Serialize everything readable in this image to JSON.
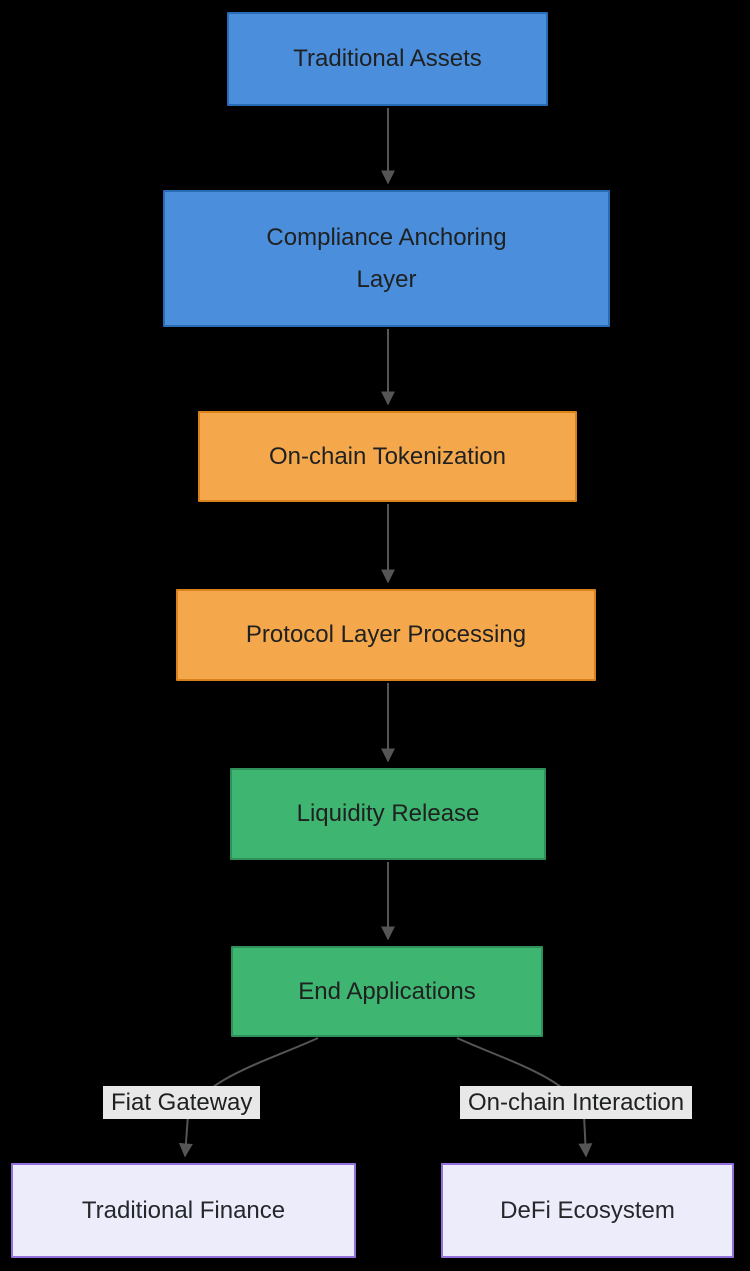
{
  "diagram": {
    "type": "flowchart-top-down",
    "nodes": {
      "traditional_assets": {
        "label": "Traditional Assets"
      },
      "compliance_anchoring": {
        "label": "Compliance Anchoring\nLayer"
      },
      "onchain_tokenization": {
        "label": "On-chain Tokenization"
      },
      "protocol_processing": {
        "label": "Protocol Layer Processing"
      },
      "liquidity_release": {
        "label": "Liquidity Release"
      },
      "end_applications": {
        "label": "End Applications"
      },
      "traditional_finance": {
        "label": "Traditional Finance"
      },
      "defi_ecosystem": {
        "label": "DeFi Ecosystem"
      }
    },
    "edge_labels": {
      "fiat_gateway": "Fiat Gateway",
      "onchain_interaction": "On-chain Interaction"
    },
    "edges": [
      {
        "from": "Traditional Assets",
        "to": "Compliance Anchoring Layer",
        "label": ""
      },
      {
        "from": "Compliance Anchoring Layer",
        "to": "On-chain Tokenization",
        "label": ""
      },
      {
        "from": "On-chain Tokenization",
        "to": "Protocol Layer Processing",
        "label": ""
      },
      {
        "from": "Protocol Layer Processing",
        "to": "Liquidity Release",
        "label": ""
      },
      {
        "from": "Liquidity Release",
        "to": "End Applications",
        "label": ""
      },
      {
        "from": "End Applications",
        "to": "Traditional Finance",
        "label": "Fiat Gateway"
      },
      {
        "from": "End Applications",
        "to": "DeFi Ecosystem",
        "label": "On-chain Interaction"
      }
    ],
    "colors": {
      "background": "#000000",
      "blue_fill": "#4B8EDB",
      "blue_border": "#2A6BB5",
      "orange_fill": "#F5A84B",
      "orange_border": "#D9821B",
      "green_fill": "#3EB570",
      "green_border": "#2D9159",
      "lavender_fill": "#ECECFB",
      "lavender_border": "#9370DB",
      "edge_label_bg": "#E8E8E8",
      "edge_line": "#555555",
      "node_text": "#1F2020"
    }
  }
}
